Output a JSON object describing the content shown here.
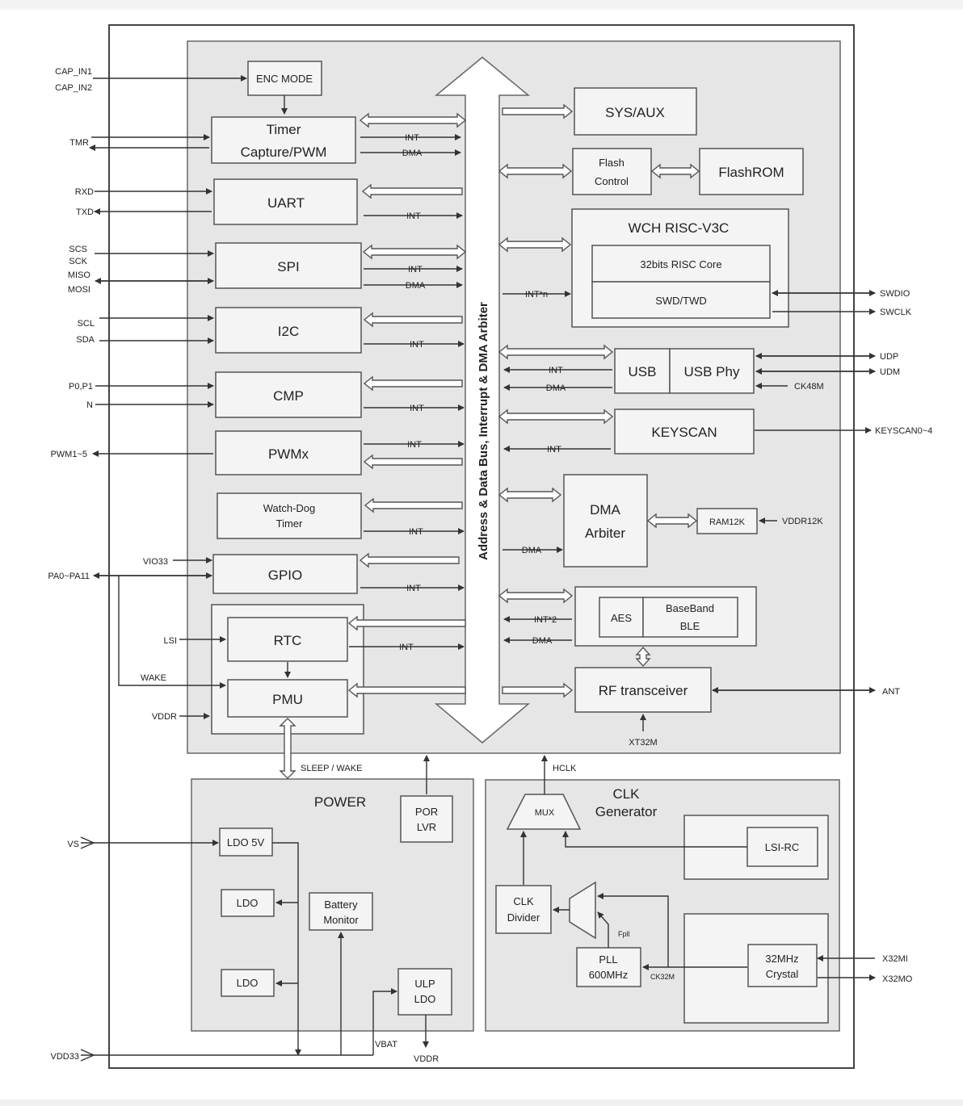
{
  "blocks": {
    "enc_mode": "ENC MODE",
    "timer_l1": "Timer",
    "timer_l2": "Capture/PWM",
    "uart": "UART",
    "spi": "SPI",
    "i2c": "I2C",
    "cmp": "CMP",
    "pwmx": "PWMx",
    "wdt_l1": "Watch-Dog",
    "wdt_l2": "Timer",
    "gpio": "GPIO",
    "rtc": "RTC",
    "pmu": "PMU",
    "sys_aux": "SYS/AUX",
    "flash_ctrl_l1": "Flash",
    "flash_ctrl_l2": "Control",
    "flashrom": "FlashROM",
    "wch_core": "WCH RISC-V3C",
    "riscv_core": "32bits RISC Core",
    "swd": "SWD/TWD",
    "usb": "USB",
    "usb_phy": "USB Phy",
    "keyscan": "KEYSCAN",
    "dma_l1": "DMA",
    "dma_l2": "Arbiter",
    "ram": "RAM12K",
    "aes": "AES",
    "baseband_l1": "BaseBand",
    "baseband_l2": "BLE",
    "rf": "RF transceiver",
    "power": "POWER",
    "por_l1": "POR",
    "por_l2": "LVR",
    "ldo5v": "LDO 5V",
    "ldo_a": "LDO",
    "ldo_b": "LDO",
    "batt_l1": "Battery",
    "batt_l2": "Monitor",
    "ulp_l1": "ULP",
    "ulp_l2": "LDO",
    "clk_l1": "CLK",
    "clk_l2": "Generator",
    "mux": "MUX",
    "lsi_rc": "LSI-RC",
    "clkdiv_l1": "CLK",
    "clkdiv_l2": "Divider",
    "pll_l1": "PLL",
    "pll_l2": "600MHz",
    "xtal_l1": "32MHz",
    "xtal_l2": "Crystal"
  },
  "bus": {
    "label": "Address & Data Bus, Interrupt & DMA Arbiter"
  },
  "signals": {
    "int": "INT",
    "dma": "DMA",
    "int_n": "INT*n",
    "int_2": "INT*2",
    "sleep_wake": "SLEEP / WAKE",
    "hclk": "HCLK",
    "xt32m": "XT32M",
    "ck48m": "CK48M",
    "vddr12k": "VDDR12K",
    "fpll": "Fpll",
    "ck32m": "CK32M",
    "vbat": "VBAT",
    "vddr_out": "VDDR"
  },
  "pins": {
    "cap_in1": "CAP_IN1",
    "cap_in2": "CAP_IN2",
    "tmr": "TMR",
    "rxd": "RXD",
    "txd": "TXD",
    "scs": "SCS",
    "sck": "SCK",
    "miso": "MISO",
    "mosi": "MOSI",
    "scl": "SCL",
    "sda": "SDA",
    "p0p1": "P0,P1",
    "n": "N",
    "pwm": "PWM1~5",
    "vio33": "VIO33",
    "pa": "PA0~PA11",
    "lsi": "LSI",
    "wake": "WAKE",
    "vddr": "VDDR",
    "vs": "VS",
    "vdd33": "VDD33",
    "swdio": "SWDIO",
    "swclk": "SWCLK",
    "udp": "UDP",
    "udm": "UDM",
    "keyscan": "KEYSCAN0~4",
    "ant": "ANT",
    "x32mi": "X32MI",
    "x32mo": "X32MO"
  }
}
